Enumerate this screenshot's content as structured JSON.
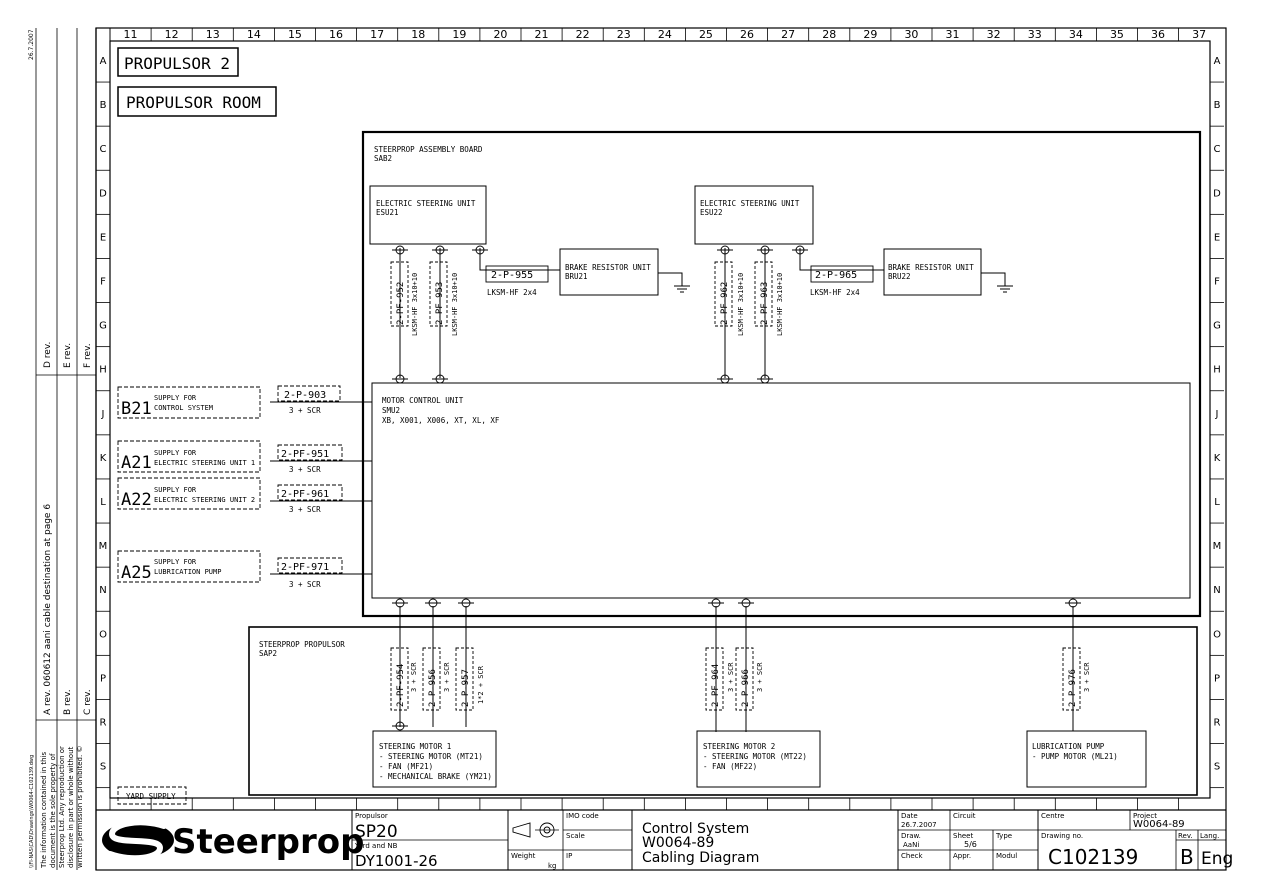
{
  "side_margin": {
    "date": "26.7.2007",
    "path": "\\\\FI-NAS\\CAD\\Drawings\\W0064-C102139.dwg",
    "revs_upper": [
      "D rev.",
      "E rev.",
      "F rev."
    ],
    "revs_lower": [
      "A rev.   060612 aani cable destination at page 6",
      "B rev.",
      "C rev."
    ],
    "copyright": [
      "The information contained in this",
      "document is the sole property of",
      "Steerprop Ltd. Any reproduction or",
      "disclosure in part or whole without",
      "written permission is prohibited. ©"
    ]
  },
  "grid": {
    "columns": [
      "11",
      "12",
      "13",
      "14",
      "15",
      "16",
      "17",
      "18",
      "19",
      "20",
      "21",
      "22",
      "23",
      "24",
      "25",
      "26",
      "27",
      "28",
      "29",
      "30",
      "31",
      "32",
      "33",
      "34",
      "35",
      "36",
      "37"
    ],
    "rows": [
      "A",
      "B",
      "C",
      "D",
      "E",
      "F",
      "G",
      "H",
      "J",
      "K",
      "L",
      "M",
      "N",
      "O",
      "P",
      "R",
      "S"
    ]
  },
  "titles": {
    "propulsor": "PROPULSOR 2",
    "room": "PROPULSOR ROOM"
  },
  "assembly_board": {
    "name": "STEERPROP ASSEMBLY BOARD",
    "code": "SAB2"
  },
  "esu": [
    {
      "name": "ELECTRIC STEERING UNIT",
      "code": "ESU21"
    },
    {
      "name": "ELECTRIC STEERING UNIT",
      "code": "ESU22"
    }
  ],
  "bru": [
    {
      "name": "BRAKE RESISTOR UNIT",
      "code": "BRU21"
    },
    {
      "name": "BRAKE RESISTOR UNIT",
      "code": "BRU22"
    }
  ],
  "vertical_cables_top": [
    {
      "id": "2-PF-952",
      "type": "LKSM-HF 3x10+10"
    },
    {
      "id": "2-PF-953",
      "type": "LKSM-HF 3x10+10"
    },
    {
      "id": "2-PF-962",
      "type": "LKSM-HF 3x10+10"
    },
    {
      "id": "2-PF-963",
      "type": "LKSM-HF 3x10+10"
    }
  ],
  "brake_cables": [
    {
      "id": "2-P-955",
      "type": "LKSM-HF 2x4"
    },
    {
      "id": "2-P-965",
      "type": "LKSM-HF 2x4"
    }
  ],
  "motor_control_unit": {
    "name": "MOTOR CONTROL UNIT",
    "code": "SMU2",
    "connectors": "XB, X001, X006, XT, XL, XF"
  },
  "supplies": [
    {
      "tag": "B21",
      "line1": "SUPPLY FOR",
      "line2": "CONTROL SYSTEM",
      "cable": "2-P-903",
      "type": "3 + SCR"
    },
    {
      "tag": "A21",
      "line1": "SUPPLY FOR",
      "line2": "ELECTRIC STEERING UNIT 1",
      "cable": "2-PF-951",
      "type": "3 + SCR"
    },
    {
      "tag": "A22",
      "line1": "SUPPLY FOR",
      "line2": "ELECTRIC STEERING UNIT 2",
      "cable": "2-PF-961",
      "type": "3 + SCR"
    },
    {
      "tag": "A25",
      "line1": "SUPPLY FOR",
      "line2": "LUBRICATION PUMP",
      "cable": "2-PF-971",
      "type": "3 + SCR"
    }
  ],
  "propulsor_box": {
    "name": "STEERPROP PROPULSOR",
    "code": "SAP2"
  },
  "vertical_cables_bottom": [
    {
      "id": "2-PF-954",
      "type": "3 + SCR"
    },
    {
      "id": "2-P-956",
      "type": "3 + SCR"
    },
    {
      "id": "2-P-957",
      "type": "1*2 + SCR"
    },
    {
      "id": "2-PF-964",
      "type": "3 + SCR"
    },
    {
      "id": "2-P-966",
      "type": "3 + SCR"
    },
    {
      "id": "2-P-976",
      "type": "3 + SCR"
    }
  ],
  "motors": [
    {
      "title": "STEERING MOTOR 1",
      "lines": [
        "- STEERING MOTOR (MT21)",
        "- FAN (MF21)",
        "- MECHANICAL BRAKE (YM21)"
      ]
    },
    {
      "title": "STEERING MOTOR 2",
      "lines": [
        "- STEERING MOTOR (MT22)",
        "- FAN (MF22)"
      ]
    },
    {
      "title": "LUBRICATION PUMP",
      "lines": [
        "- PUMP MOTOR (ML21)"
      ]
    }
  ],
  "yard_supply": "YARD SUPPLY",
  "title_block": {
    "logo": "Steerprop",
    "propulsor_label": "Propulsor",
    "propulsor_value": "SP20",
    "yard_label": "Yard and NB",
    "yard_value": "DY1001-26",
    "weight_label": "Weight",
    "weight_unit": "kg",
    "imo_label": "IMO code",
    "scale_label": "Scale",
    "ip_label": "IP",
    "title_lines": [
      "Control System",
      "W0064-89",
      "Cabling Diagram"
    ],
    "date_label": "Date",
    "date_value": "26.7.2007",
    "draw_label": "Draw.",
    "draw_value": "AaNi",
    "check_label": "Check",
    "circuit_label": "Circuit",
    "sheet_label": "Sheet",
    "sheet_value": "5/6",
    "type_label": "Type",
    "appr_label": "Appr.",
    "modul_label": "Modul",
    "centre_label": "Centre",
    "drawing_no_label": "Drawing no.",
    "drawing_no": "C102139",
    "project_label": "Project",
    "project_value": "W0064-89",
    "rev_label": "Rev.",
    "rev_value": "B",
    "lang_label": "Lang.",
    "lang_value": "Eng"
  }
}
